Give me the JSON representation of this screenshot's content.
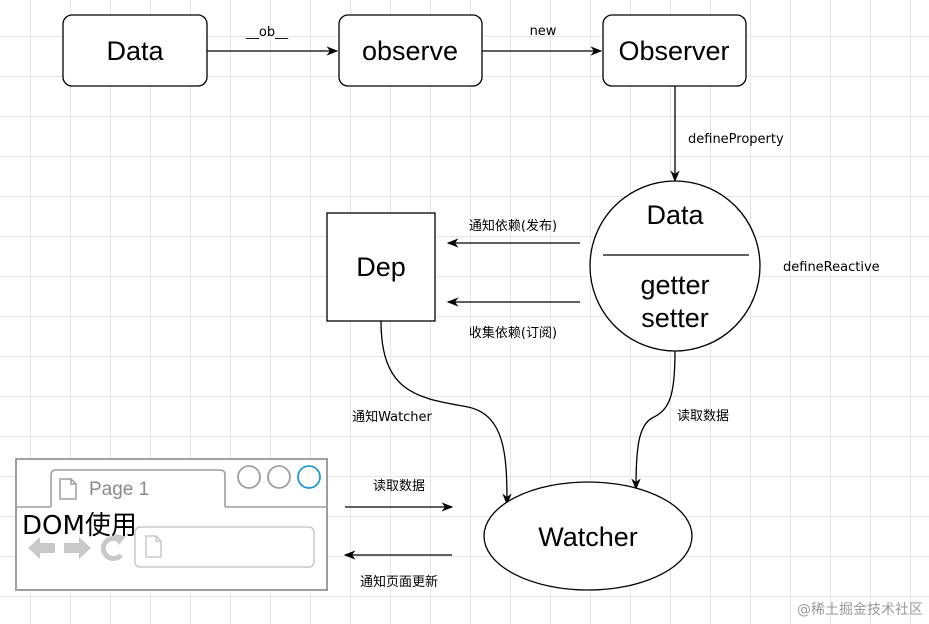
{
  "nodes": {
    "data_top": "Data",
    "observe": "observe",
    "observer": "Observer",
    "data_circle_title": "Data",
    "data_circle_getter": "getter",
    "data_circle_setter": "setter",
    "dep": "Dep",
    "watcher": "Watcher"
  },
  "edges": {
    "ob": "__ob__",
    "new": "new",
    "define_property": "defineProperty",
    "define_reactive": "defineReactive",
    "notify_deps": "通知依赖(发布)",
    "collect_deps": "收集依赖(订阅)",
    "notify_watcher": "通知Watcher",
    "read_data_right": "读取数据",
    "read_data_dom": "读取数据",
    "notify_page_update": "通知页面更新"
  },
  "browser": {
    "tab_label": "Page 1",
    "dom_label": "DOM使用"
  },
  "watermark": "@稀土掘金技术社区",
  "colors": {
    "stroke": "#000000",
    "browser_gray": "#9e9e9e",
    "browser_light": "#c8c8c8",
    "accent_blue": "#1e9bd7",
    "watermark": "#9a9a9a"
  }
}
